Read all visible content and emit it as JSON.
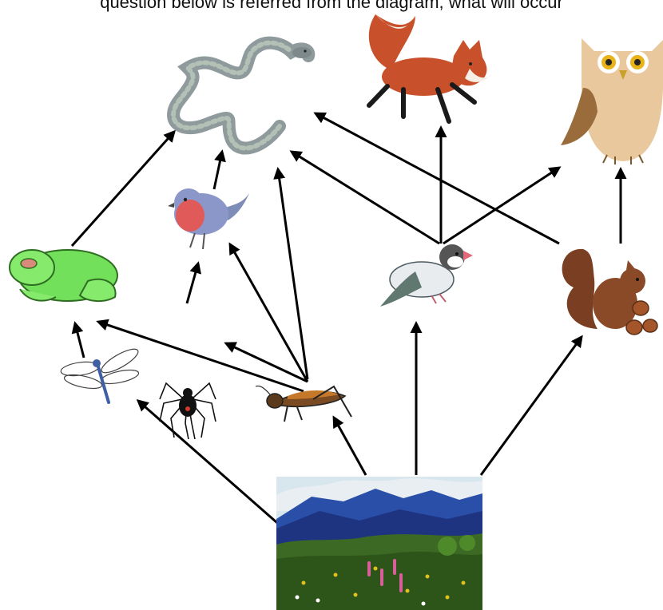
{
  "caption": {
    "text": "question below is referred from the diagram, what will occur"
  },
  "organisms": [
    {
      "id": "snake",
      "icon": "snake-icon"
    },
    {
      "id": "fox",
      "icon": "fox-icon"
    },
    {
      "id": "owl",
      "icon": "owl-icon"
    },
    {
      "id": "robin",
      "icon": "robin-icon"
    },
    {
      "id": "frog",
      "icon": "frog-icon"
    },
    {
      "id": "sparrow",
      "icon": "sparrow-icon"
    },
    {
      "id": "squirrel",
      "icon": "squirrel-icon"
    },
    {
      "id": "dragonfly",
      "icon": "dragonfly-icon"
    },
    {
      "id": "spider",
      "icon": "spider-icon"
    },
    {
      "id": "grasshopper",
      "icon": "grasshopper-icon"
    },
    {
      "id": "grassland",
      "icon": "grassland-landscape-icon"
    }
  ],
  "colors": {
    "arrow": "#000000"
  }
}
